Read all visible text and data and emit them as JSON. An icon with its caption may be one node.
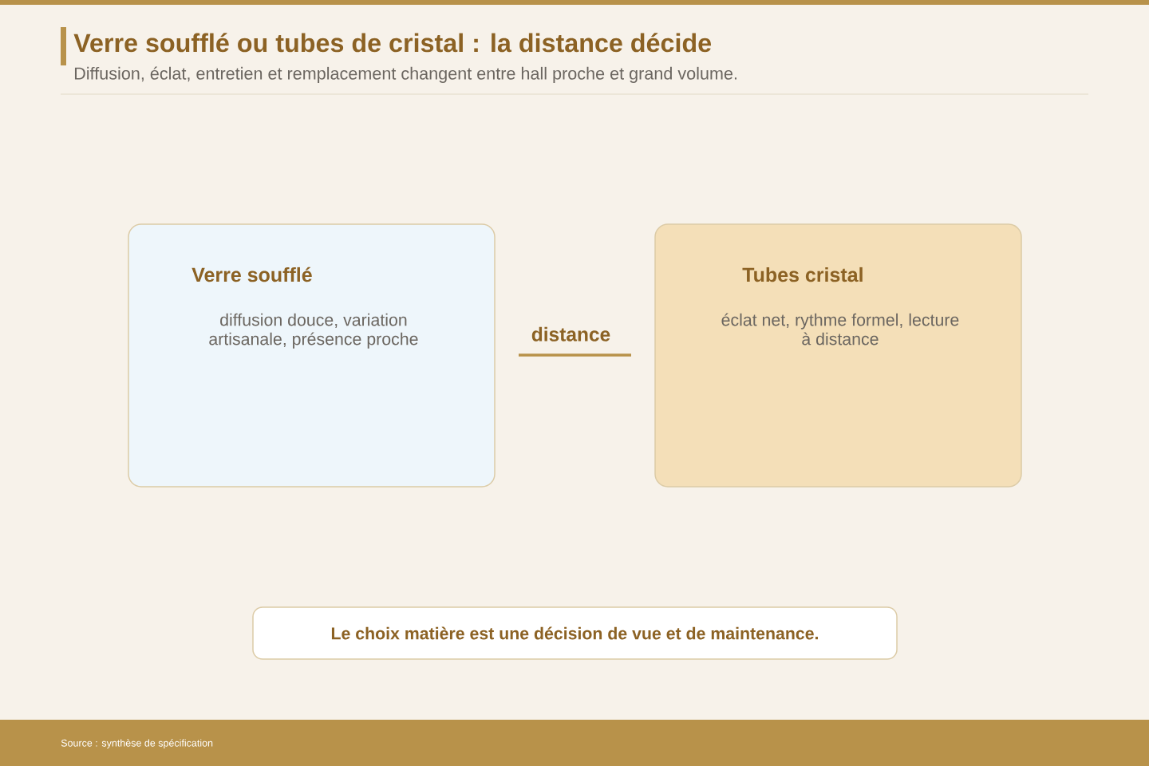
{
  "diagram": {
    "title": "Verre soufflé ou tubes de cristal : la distance décide",
    "nodes": [
      {
        "text": [
          "Verre soufflé",
          "diffusion douce, variation artisanale, présence proche"
        ]
      },
      {
        "text": [
          "Tubes cristal",
          "éclat net, rythme formel, lecture à distance"
        ]
      },
      {
        "text": [
          "Le choix matière est une décision de vue et de maintenance."
        ]
      }
    ],
    "labels": [
      "Diffusion, éclat, entretien et remplacement changent entre hall proche et grand volume.",
      "distance",
      "Source : synthèse de spécification"
    ]
  }
}
